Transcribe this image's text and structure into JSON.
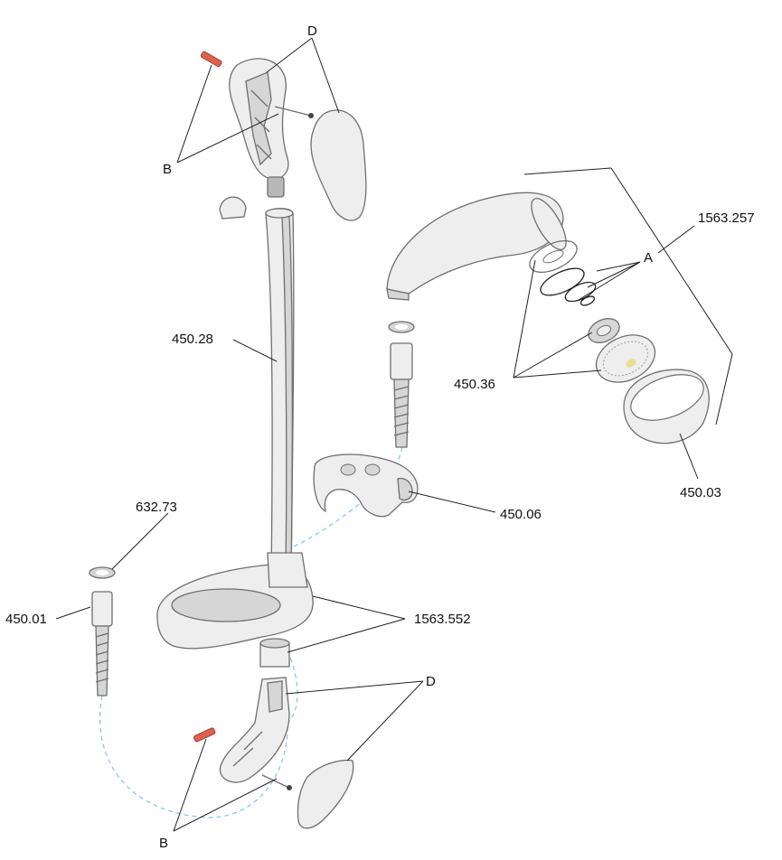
{
  "labels": {
    "d_top": "D",
    "b_top": "B",
    "assembly": "1563.257",
    "a": "A",
    "grip_seals": "450.36",
    "rail": "450.28",
    "ring": "450.03",
    "holder": "450.06",
    "washer": "632.73",
    "hose": "450.01",
    "base": "1563.552",
    "d_bottom": "D",
    "b_bottom": "B"
  },
  "colors": {
    "screw_red": "#e06050",
    "hose_dashed": "#8cc6e6",
    "part_fill": "#eeeeee",
    "part_shade": "#d6d6d6",
    "outline": "#6f6f6f"
  }
}
